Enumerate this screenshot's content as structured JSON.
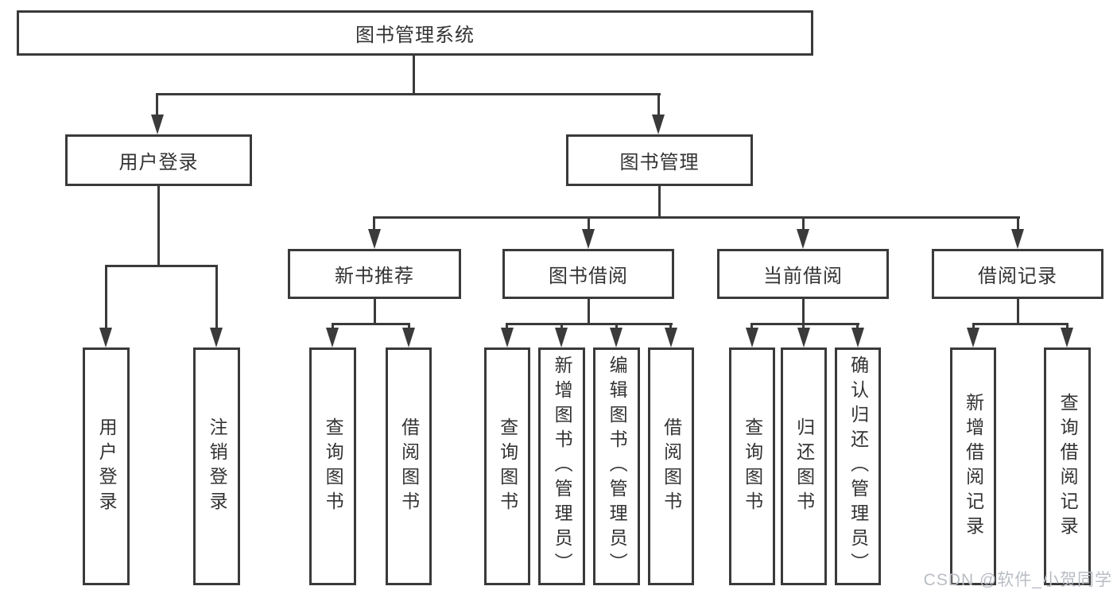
{
  "tree": {
    "root": {
      "label": "图书管理系统"
    },
    "branches": [
      {
        "label": "用户登录",
        "children": [
          {
            "label": "用户登录"
          },
          {
            "label": "注销登录"
          }
        ]
      },
      {
        "label": "图书管理",
        "children": [
          {
            "label": "新书推荐",
            "children": [
              {
                "label": "查询图书"
              },
              {
                "label": "借阅图书"
              }
            ]
          },
          {
            "label": "图书借阅",
            "children": [
              {
                "label": "查询图书"
              },
              {
                "label": "新增图书（管理员）"
              },
              {
                "label": "编辑图书（管理员）"
              },
              {
                "label": "借阅图书"
              }
            ]
          },
          {
            "label": "当前借阅",
            "children": [
              {
                "label": "查询图书"
              },
              {
                "label": "归还图书"
              },
              {
                "label": "确认归还（管理员）"
              }
            ]
          },
          {
            "label": "借阅记录",
            "children": [
              {
                "label": "新增借阅记录"
              },
              {
                "label": "查询借阅记录"
              }
            ]
          }
        ]
      }
    ]
  },
  "watermark": {
    "text": "CSDN @软件_小贺同学"
  },
  "colors": {
    "line": "#3a3a3a",
    "text": "#333333",
    "watermark": "#b9bdc4"
  }
}
